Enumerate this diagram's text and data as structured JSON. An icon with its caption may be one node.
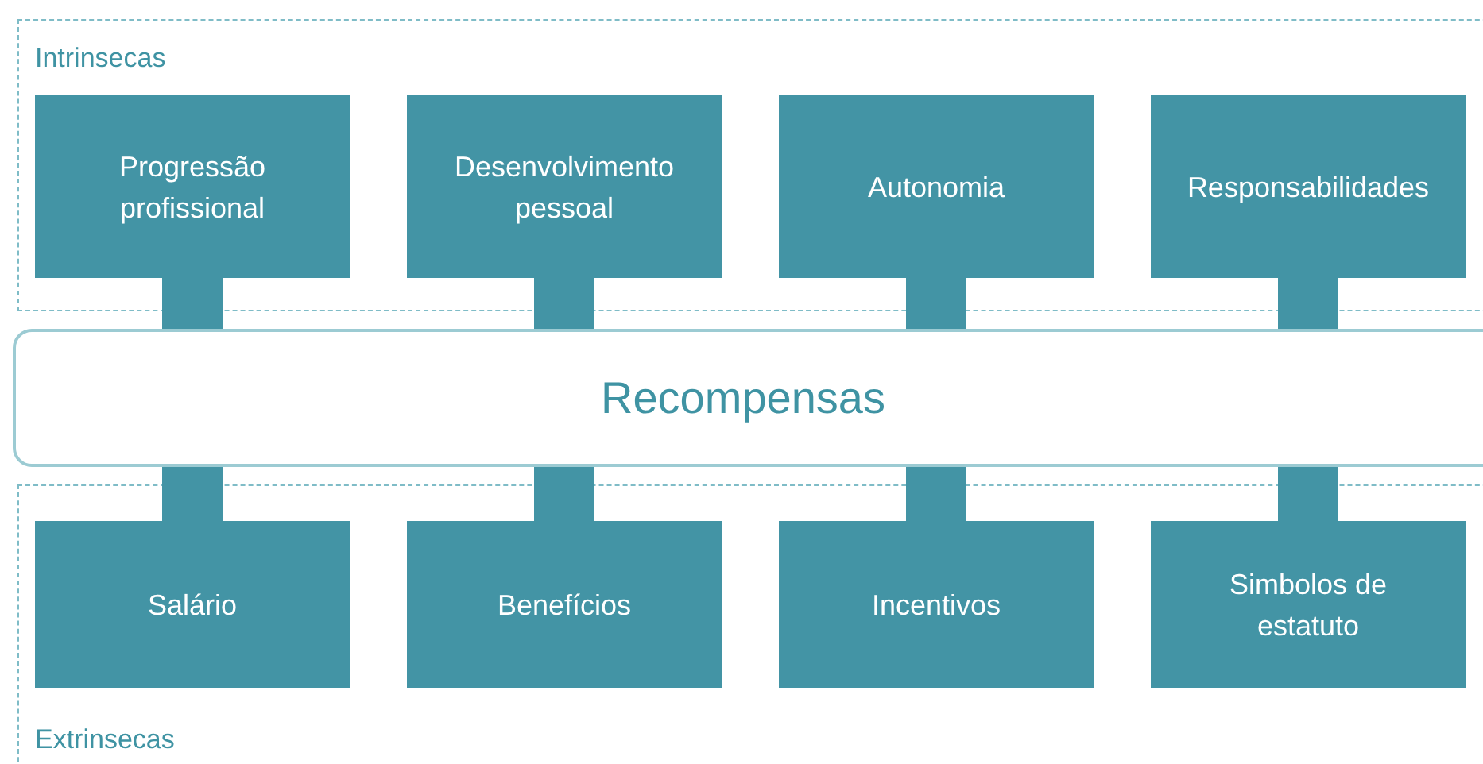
{
  "diagram": {
    "nodes": [
      {
        "text": [
          "Intrinsecas"
        ]
      },
      {
        "text": [
          "Progressão profissional"
        ],
        "in": 0
      },
      {
        "text": [
          "Desenvolvimento pessoal"
        ],
        "in": 0
      },
      {
        "text": [
          "Autonomia"
        ],
        "in": 0
      },
      {
        "text": [
          "Responsabilidades"
        ],
        "in": 0
      },
      {
        "text": [
          "Recompensas"
        ]
      },
      {
        "text": [
          "Extrinsecas"
        ]
      },
      {
        "text": [
          "Salário"
        ],
        "in": 6
      },
      {
        "text": [
          "Benefícios"
        ],
        "in": 6
      },
      {
        "text": [
          "Incentivos"
        ],
        "in": 6
      },
      {
        "text": [
          "Simbolos de estatuto"
        ],
        "in": 6
      }
    ],
    "edges": [
      {
        "from": 1,
        "to": 5,
        "arrow": "none"
      },
      {
        "from": 2,
        "to": 5,
        "arrow": "none"
      },
      {
        "from": 3,
        "to": 5,
        "arrow": "none"
      },
      {
        "from": 4,
        "to": 5,
        "arrow": "none"
      },
      {
        "from": 5,
        "to": 7,
        "arrow": "none"
      },
      {
        "from": 5,
        "to": 8,
        "arrow": "none"
      },
      {
        "from": 5,
        "to": 9,
        "arrow": "none"
      },
      {
        "from": 5,
        "to": 10,
        "arrow": "none"
      }
    ]
  }
}
